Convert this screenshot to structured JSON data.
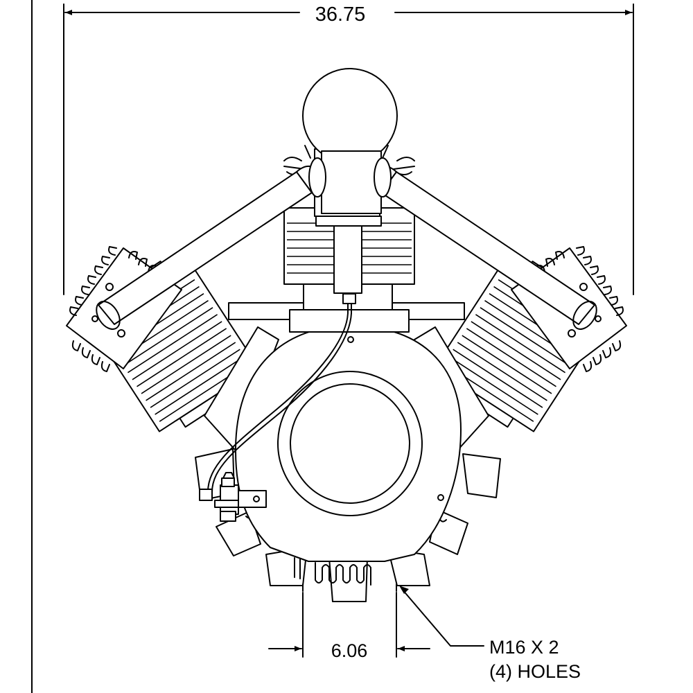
{
  "dimensions": {
    "overall_width": "36.75",
    "hole_spacing": "6.06"
  },
  "callout": {
    "line1": "M16 X 2",
    "line2": "(4) HOLES"
  }
}
